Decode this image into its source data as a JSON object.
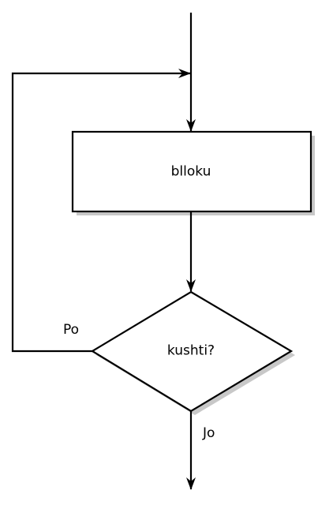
{
  "diagram": {
    "process_label": "blloku",
    "decision_label": "kushti?",
    "yes_label": "Po",
    "no_label": "Jo"
  }
}
